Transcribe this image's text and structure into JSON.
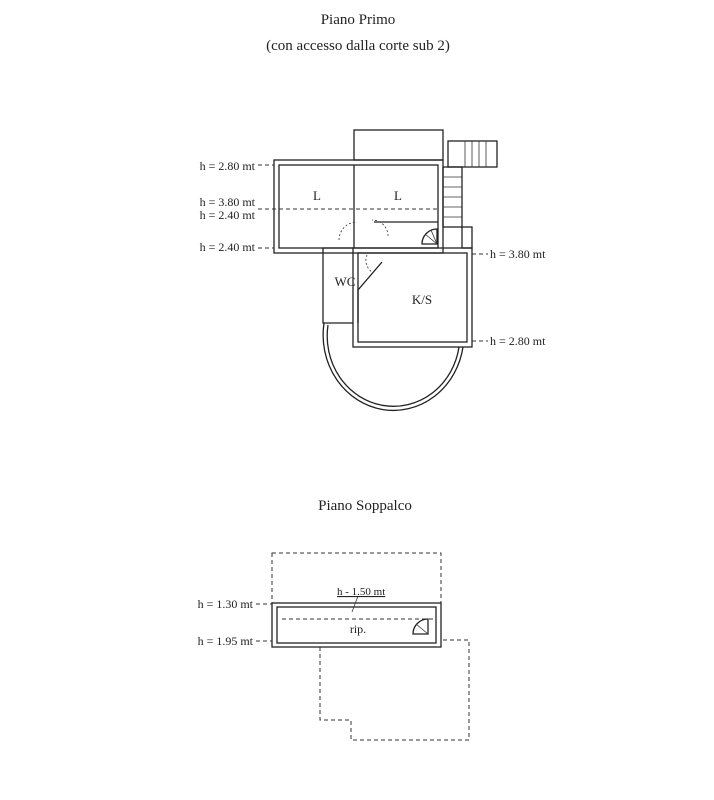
{
  "first_floor": {
    "title": "Piano Primo",
    "subtitle": "(con accesso dalla corte sub 2)",
    "rooms": [
      "L",
      "L",
      "WC",
      "K/S"
    ],
    "heights_left": [
      "h = 2.80 mt",
      "h = 3.80 mt",
      "h = 2.40 mt",
      "h = 2.40 mt"
    ],
    "heights_right": [
      "h = 3.80 mt",
      "h = 2.80 mt"
    ]
  },
  "mezzanine": {
    "title": "Piano Soppalco",
    "room": "rip.",
    "inner_height": "h - 1.50 mt",
    "heights_left": [
      "h = 1.30 mt",
      "h = 1.95 mt"
    ]
  }
}
